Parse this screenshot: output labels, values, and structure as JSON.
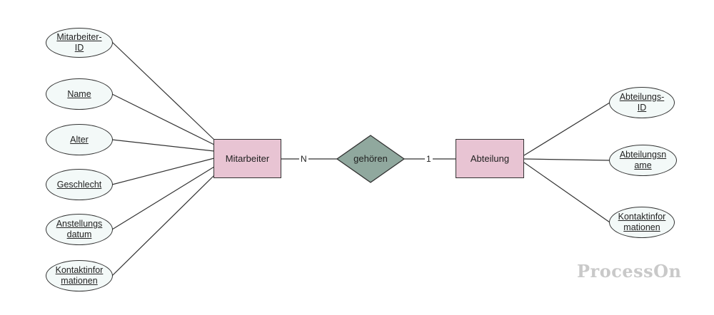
{
  "entities": {
    "employee": "Mitarbeiter",
    "department": "Abteilung"
  },
  "relationship": {
    "label": "gehören",
    "card_left": "N",
    "card_right": "1"
  },
  "employee_attributes": [
    "Mitarbeiter-\nID",
    "Name",
    "Alter",
    "Geschlecht",
    "Anstellungs\ndatum",
    "Kontaktinfor\nmationen"
  ],
  "department_attributes": [
    "Abteilungs-\nID",
    "Abteilungsn\name",
    "Kontaktinfor\nmationen"
  ],
  "watermark": "ProcessOn",
  "colors": {
    "entity_fill": "#e8c4d3",
    "relationship_fill": "#90a89e",
    "attribute_fill": "#f3f9f8",
    "stroke": "#333333"
  }
}
